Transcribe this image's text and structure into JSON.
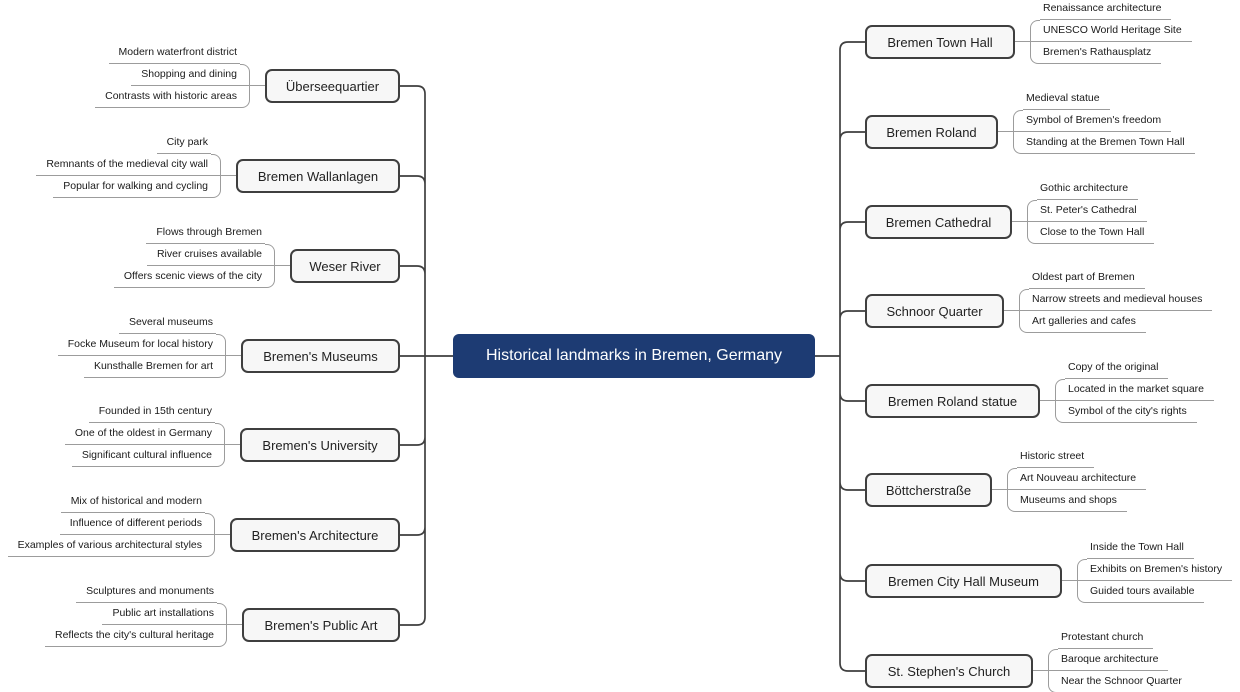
{
  "title": "Historical landmarks in Bremen, Germany",
  "colors": {
    "central_bg": "#1d3b73",
    "central_text": "#ffffff",
    "topic_bg": "#f7f7f7",
    "topic_border": "#3f3f3f",
    "connector": "#3f3f3f",
    "leaf_line": "#9c9c9c"
  },
  "map": {
    "central": "Historical landmarks in Bremen, Germany",
    "left": [
      {
        "label": "Überseequartier",
        "leaves": [
          "Modern waterfront district",
          "Shopping and dining",
          "Contrasts with historic areas"
        ]
      },
      {
        "label": "Bremen Wallanlagen",
        "leaves": [
          "City park",
          "Remnants of the medieval city wall",
          "Popular for walking and cycling"
        ]
      },
      {
        "label": "Weser River",
        "leaves": [
          "Flows through Bremen",
          "River cruises available",
          "Offers scenic views of the city"
        ]
      },
      {
        "label": "Bremen's Museums",
        "leaves": [
          "Several museums",
          "Focke Museum for local history",
          "Kunsthalle Bremen for art"
        ]
      },
      {
        "label": "Bremen's University",
        "leaves": [
          "Founded in 15th century",
          "One of the oldest in Germany",
          "Significant cultural influence"
        ]
      },
      {
        "label": "Bremen's Architecture",
        "leaves": [
          "Mix of historical and modern",
          "Influence of different periods",
          "Examples of various architectural styles"
        ]
      },
      {
        "label": "Bremen's Public Art",
        "leaves": [
          "Sculptures and monuments",
          "Public art installations",
          "Reflects the city's cultural heritage"
        ]
      }
    ],
    "right": [
      {
        "label": "Bremen Town Hall",
        "leaves": [
          "Renaissance architecture",
          "UNESCO World Heritage Site",
          "Bremen's Rathausplatz"
        ]
      },
      {
        "label": "Bremen Roland",
        "leaves": [
          "Medieval statue",
          "Symbol of Bremen's freedom",
          "Standing at the Bremen Town Hall"
        ]
      },
      {
        "label": "Bremen Cathedral",
        "leaves": [
          "Gothic architecture",
          "St. Peter's Cathedral",
          "Close to the Town Hall"
        ]
      },
      {
        "label": "Schnoor Quarter",
        "leaves": [
          "Oldest part of Bremen",
          "Narrow streets and medieval houses",
          "Art galleries and cafes"
        ]
      },
      {
        "label": "Bremen Roland statue",
        "leaves": [
          "Copy of the original",
          "Located in the market square",
          "Symbol of the city's rights"
        ]
      },
      {
        "label": "Böttcherstraße",
        "leaves": [
          "Historic street",
          "Art Nouveau architecture",
          "Museums and shops"
        ]
      },
      {
        "label": "Bremen City Hall Museum",
        "leaves": [
          "Inside the Town Hall",
          "Exhibits on Bremen's history",
          "Guided tours available"
        ]
      },
      {
        "label": "St. Stephen's Church",
        "leaves": [
          "Protestant church",
          "Baroque architecture",
          "Near the Schnoor Quarter"
        ]
      }
    ]
  }
}
